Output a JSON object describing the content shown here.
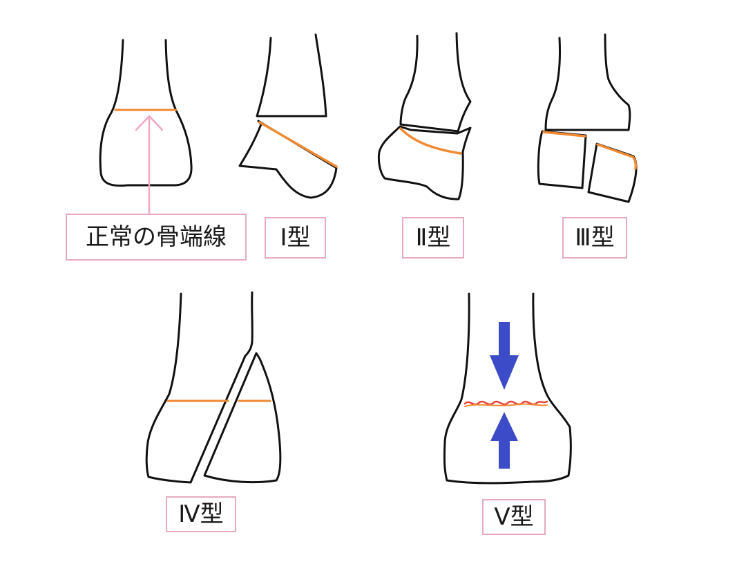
{
  "labels": {
    "normal": "正常の骨端線",
    "type1": "Ⅰ型",
    "type2": "Ⅱ型",
    "type3": "Ⅲ型",
    "type4": "Ⅳ型",
    "type5": "Ⅴ型"
  },
  "colors": {
    "outline": "#111111",
    "growth_plate": "#f08a33",
    "pointer": "#f2a6c1",
    "label_border": "#e7a9bf",
    "compression_arrow": "#3c4cc8",
    "crush_line": "#e8433a"
  },
  "icons": {
    "normal_pointer": "arrow-up-icon",
    "compression_down": "arrow-down-icon",
    "compression_up": "arrow-up-icon"
  }
}
